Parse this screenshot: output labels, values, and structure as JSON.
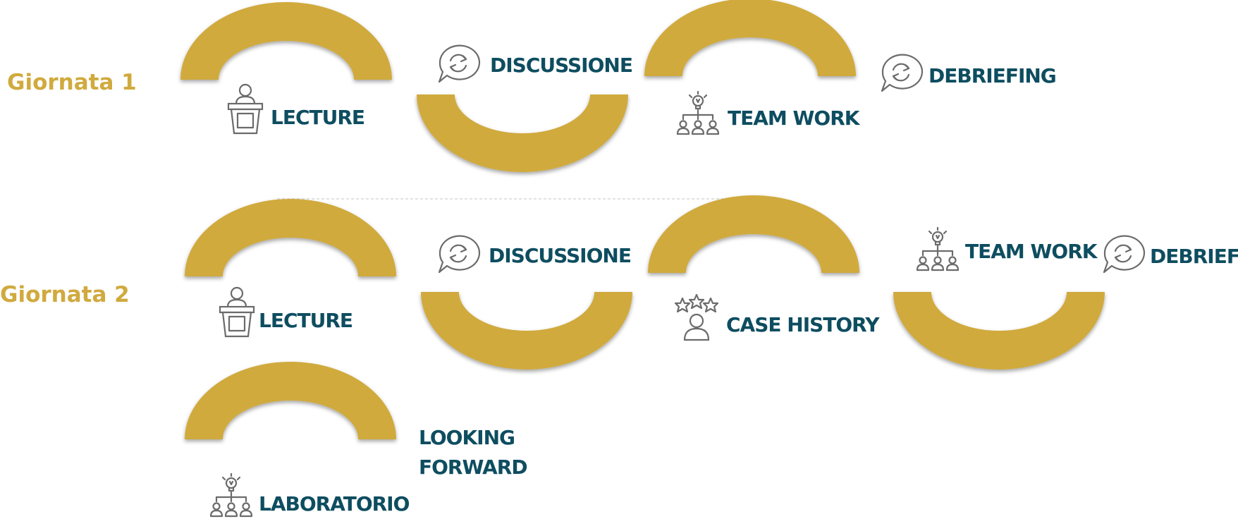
{
  "colors": {
    "arc": "#D0AA3E",
    "day_label": "#D0AA3E",
    "step_label": "#0E4D60",
    "icon": "#6b6b6b",
    "divider": "#d8d8d8"
  },
  "days": [
    {
      "label": "Giornata 1"
    },
    {
      "label": "Giornata 2"
    }
  ],
  "day1": {
    "lecture": "LECTURE",
    "discussione": "DISCUSSIONE",
    "team_work": "TEAM WORK",
    "debriefing": "DEBRIEFING"
  },
  "day2": {
    "lecture": "LECTURE",
    "discussione": "DISCUSSIONE",
    "case_history": "CASE HISTORY",
    "team_work": "TEAM WORK",
    "debriefing": "DEBRIEFING",
    "laboratorio": "LABORATORIO",
    "looking_forward": [
      "LOOKING",
      "FORWARD"
    ]
  },
  "icons": [
    "podium-speaker-icon",
    "chat-refresh-icon",
    "team-idea-icon",
    "star-person-icon"
  ]
}
